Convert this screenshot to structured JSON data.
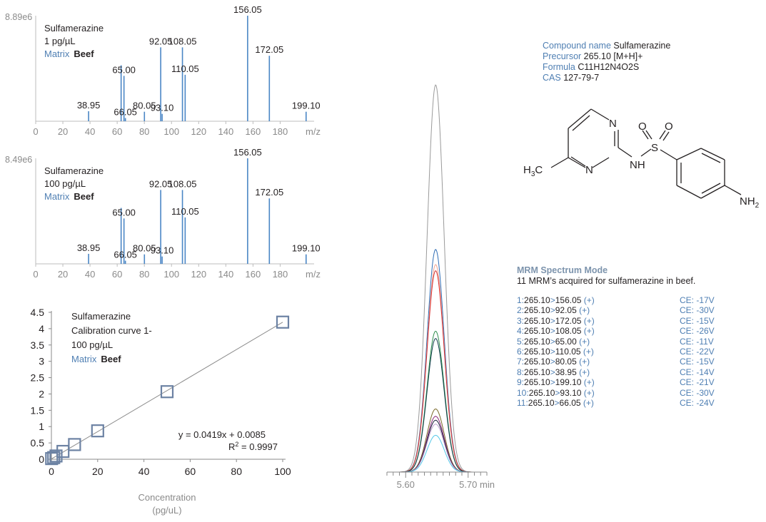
{
  "spectra": [
    {
      "intensity": "8.89e6",
      "compound": "Sulfamerazine",
      "concentration": "1 pg/µL",
      "matrix_label": "Matrix",
      "matrix_value": "Beef",
      "x_label": "m/z"
    },
    {
      "intensity": "8.49e6",
      "compound": "Sulfamerazine",
      "concentration": "100 pg/µL",
      "matrix_label": "Matrix",
      "matrix_value": "Beef",
      "x_label": "m/z"
    }
  ],
  "calibration_text": {
    "compound": "Sulfamerazine",
    "line2": "Calibration curve 1-",
    "line3": "100 pg/µL",
    "matrix_label": "Matrix",
    "matrix_value": "Beef",
    "equation": "y = 0.0419x + 0.0085",
    "r2_prefix": "R",
    "r2_sup": "2",
    "r2_value": " = 0.9997",
    "xlabel_line1": "Concentration",
    "xlabel_line2": "(pg/uL)"
  },
  "chromatogram_text": {
    "tick_a": "5.60",
    "tick_b": "5.70",
    "unit": "min"
  },
  "compound_info": {
    "name_label": "Compound name",
    "name_value": "Sulfamerazine",
    "precursor_label": "Precursor",
    "precursor_value": "265.10 [M+H]+",
    "formula_label": "Formula",
    "formula_value": "C11H12N4O2S",
    "cas_label": "CAS",
    "cas_value": "127-79-7"
  },
  "structure_labels": {
    "n_top": "N",
    "n_bottom": "N",
    "nh": "NH",
    "o_left": "O",
    "o_right": "O",
    "s": "S",
    "h3c_h": "H",
    "h3c_sub": "3",
    "h3c_c": "C",
    "nh2_n": "NH",
    "nh2_sub": "2"
  },
  "mrm": {
    "title": "MRM Spectrum Mode",
    "subtitle": "11 MRM’s acquired for sulfamerazine in beef.",
    "transitions": [
      {
        "idx": "1:",
        "precursor": "265.10",
        "gt": ">",
        "product": "156.05",
        "pol": "(+)",
        "ce": "CE: -17V"
      },
      {
        "idx": "2:",
        "precursor": "265.10",
        "gt": ">",
        "product": "92.05",
        "pol": "(+)",
        "ce": "CE: -30V"
      },
      {
        "idx": "3:",
        "precursor": "265.10",
        "gt": ">",
        "product": "172.05",
        "pol": "(+)",
        "ce": "CE: -15V"
      },
      {
        "idx": "4:",
        "precursor": "265.10",
        "gt": ">",
        "product": "108.05",
        "pol": "(+)",
        "ce": "CE: -26V"
      },
      {
        "idx": "5:",
        "precursor": "265.10",
        "gt": ">",
        "product": "65.00",
        "pol": "(+)",
        "ce": "CE: -11V"
      },
      {
        "idx": "6:",
        "precursor": "265.10",
        "gt": ">",
        "product": "110.05",
        "pol": "(+)",
        "ce": "CE: -22V"
      },
      {
        "idx": "7:",
        "precursor": "265.10",
        "gt": ">",
        "product": "80.05",
        "pol": "(+)",
        "ce": "CE: -15V"
      },
      {
        "idx": "8:",
        "precursor": "265.10",
        "gt": ">",
        "product": "38.95",
        "pol": "(+)",
        "ce": "CE: -14V"
      },
      {
        "idx": "9:",
        "precursor": "265.10",
        "gt": ">",
        "product": "199.10",
        "pol": "(+)",
        "ce": "CE: -21V"
      },
      {
        "idx": "10:",
        "precursor": "265.10",
        "gt": ">",
        "product": "93.10",
        "pol": "(+)",
        "ce": "CE: -30V"
      },
      {
        "idx": "11:",
        "precursor": "265.10",
        "gt": ">",
        "product": "66.05",
        "pol": "(+)",
        "ce": "CE: -24V"
      }
    ]
  },
  "chart_data": [
    {
      "type": "bar",
      "x_ticks": [
        0,
        20,
        40,
        60,
        80,
        100,
        120,
        140,
        160,
        180
      ],
      "xlim": [
        0,
        205
      ],
      "ylim": [
        0,
        100
      ],
      "peaks": [
        {
          "mz": 38.95,
          "rel": 9.5,
          "label": "38.95"
        },
        {
          "mz": 62.9,
          "rel": 53,
          "label": ""
        },
        {
          "mz": 65.0,
          "rel": 43,
          "label": "65.00"
        },
        {
          "mz": 66.05,
          "rel": 3,
          "label": "66.05"
        },
        {
          "mz": 80.05,
          "rel": 9,
          "label": "80.05"
        },
        {
          "mz": 92.05,
          "rel": 70,
          "label": "92.05"
        },
        {
          "mz": 93.1,
          "rel": 7,
          "label": "93.10"
        },
        {
          "mz": 108.05,
          "rel": 70,
          "label": "108.05"
        },
        {
          "mz": 110.05,
          "rel": 44,
          "label": "110.05"
        },
        {
          "mz": 156.05,
          "rel": 100,
          "label": "156.05"
        },
        {
          "mz": 172.05,
          "rel": 62,
          "label": "172.05"
        },
        {
          "mz": 199.1,
          "rel": 9,
          "label": "199.10"
        }
      ]
    },
    {
      "type": "bar",
      "x_ticks": [
        0,
        20,
        40,
        60,
        80,
        100,
        120,
        140,
        160,
        180
      ],
      "xlim": [
        0,
        205
      ],
      "ylim": [
        0,
        100
      ],
      "peaks": [
        {
          "mz": 38.95,
          "rel": 9.5,
          "label": "38.95"
        },
        {
          "mz": 62.9,
          "rel": 53,
          "label": ""
        },
        {
          "mz": 65.0,
          "rel": 43,
          "label": "65.00"
        },
        {
          "mz": 66.05,
          "rel": 3,
          "label": "66.05"
        },
        {
          "mz": 80.05,
          "rel": 9,
          "label": "80.05"
        },
        {
          "mz": 92.05,
          "rel": 70,
          "label": "92.05"
        },
        {
          "mz": 93.1,
          "rel": 7,
          "label": "93.10"
        },
        {
          "mz": 108.05,
          "rel": 70,
          "label": "108.05"
        },
        {
          "mz": 110.05,
          "rel": 44,
          "label": "110.05"
        },
        {
          "mz": 156.05,
          "rel": 100,
          "label": "156.05"
        },
        {
          "mz": 172.05,
          "rel": 62,
          "label": "172.05"
        },
        {
          "mz": 199.1,
          "rel": 9,
          "label": "199.10"
        }
      ]
    },
    {
      "type": "scatter",
      "x": [
        0.1,
        1,
        2,
        5,
        10,
        20,
        50,
        100
      ],
      "y": [
        0.02,
        0.05,
        0.1,
        0.24,
        0.45,
        0.87,
        2.07,
        4.2
      ],
      "fit": {
        "slope": 0.0419,
        "intercept": 0.0085
      },
      "xlim": [
        0,
        100
      ],
      "ylim": [
        0,
        4.5
      ],
      "x_ticks": [
        0,
        20,
        40,
        60,
        80,
        100
      ],
      "y_ticks": [
        0,
        0.5,
        1,
        1.5,
        2,
        2.5,
        3,
        3.5,
        4,
        4.5
      ],
      "marker_color": "#6c82a3"
    },
    {
      "type": "line",
      "x_range": [
        5.57,
        5.73
      ],
      "x_ticks": [
        5.6,
        5.7
      ],
      "apex": 5.648,
      "series": [
        {
          "color": "#9a9a9a",
          "height": 1.0
        },
        {
          "color": "#2f6db5",
          "height": 0.575
        },
        {
          "color": "#f0a493",
          "height": 0.536
        },
        {
          "color": "#d72f2f",
          "height": 0.52
        },
        {
          "color": "#2f8f4f",
          "height": 0.364
        },
        {
          "color": "#103c4a",
          "height": 0.345
        },
        {
          "color": "#7a6a2a",
          "height": 0.163
        },
        {
          "color": "#8a2a7a",
          "height": 0.144
        },
        {
          "color": "#1a1a3a",
          "height": 0.134
        },
        {
          "color": "#c0a0d0",
          "height": 0.124
        },
        {
          "color": "#55c8e8",
          "height": 0.095
        }
      ]
    }
  ]
}
